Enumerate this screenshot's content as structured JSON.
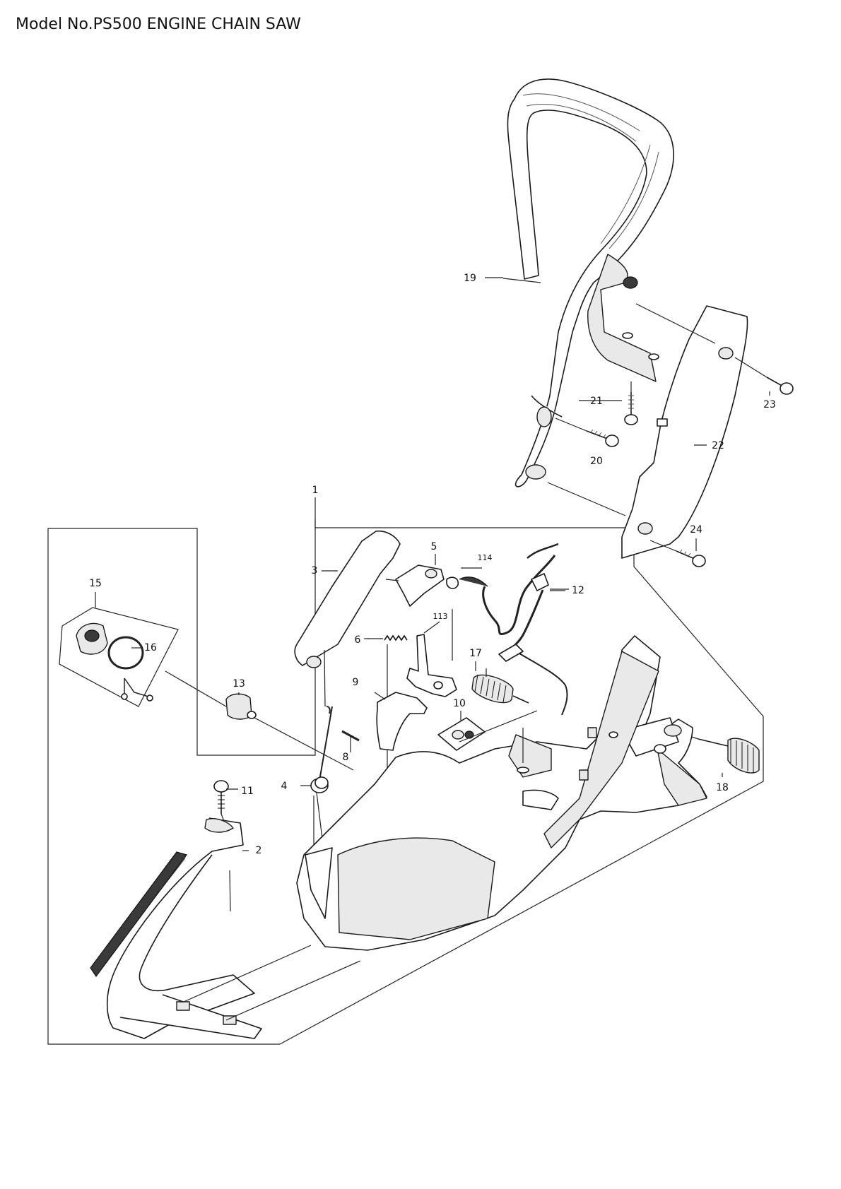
{
  "title": "Model No.PS500 ENGINE CHAIN SAW",
  "callouts": {
    "c1": "1",
    "c2": "2",
    "c3": "3",
    "c4": "4",
    "c5": "5",
    "c6": "6",
    "c8": "8",
    "c9": "9",
    "c10": "10",
    "c11": "11",
    "c12": "12",
    "c13": "13",
    "c15": "15",
    "c16": "16",
    "c17": "17",
    "c18": "18",
    "c19": "19",
    "c20": "20",
    "c21": "21",
    "c22": "22",
    "c23": "23",
    "c24": "24",
    "c113": "113",
    "c114": "114"
  }
}
